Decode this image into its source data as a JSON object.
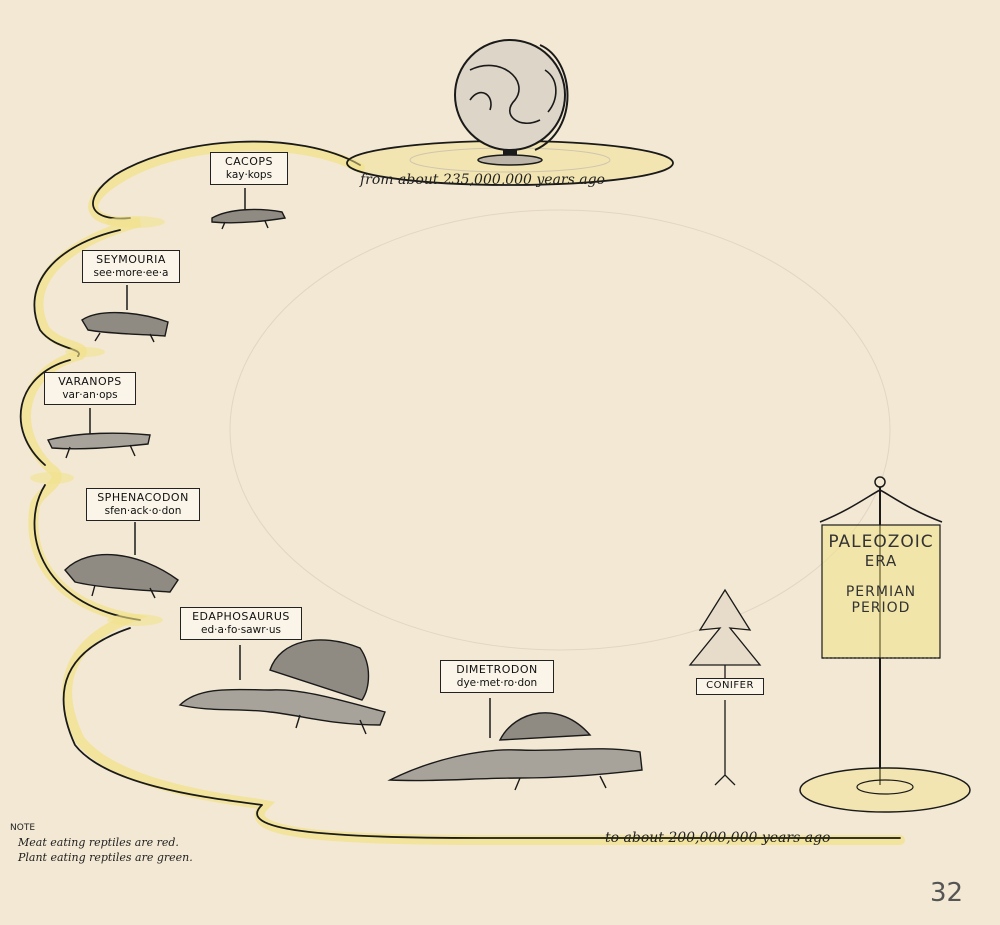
{
  "diagram": {
    "top_caption": "from about 235,000,000 years ago",
    "bottom_caption": "to about 200,000,000 years ago",
    "era_banner": {
      "line1": "PALEOZOIC",
      "line2": "ERA",
      "line3": "PERMIAN",
      "line4": "PERIOD"
    },
    "signs": [
      {
        "name": "CACOPS",
        "pron": "kay·kops"
      },
      {
        "name": "SEYMOURIA",
        "pron": "see·more·ee·a"
      },
      {
        "name": "VARANOPS",
        "pron": "var·an·ops"
      },
      {
        "name": "SPHENACODON",
        "pron": "sfen·ack·o·don"
      },
      {
        "name": "EDAPHOSAURUS",
        "pron": "ed·a·fo·sawr·us"
      },
      {
        "name": "DIMETRODON",
        "pron": "dye·met·ro·don"
      }
    ],
    "conifer_sign": "CONIFER",
    "note": {
      "title": "NOTE",
      "line1": "Meat eating reptiles are red.",
      "line2": "Plant eating reptiles are green."
    },
    "page_number": "32"
  },
  "colors": {
    "paper": "#f3e8d4",
    "path_highlight": "#f1e28e",
    "ink": "#1a1a1a",
    "shading": "#8f8a82"
  }
}
